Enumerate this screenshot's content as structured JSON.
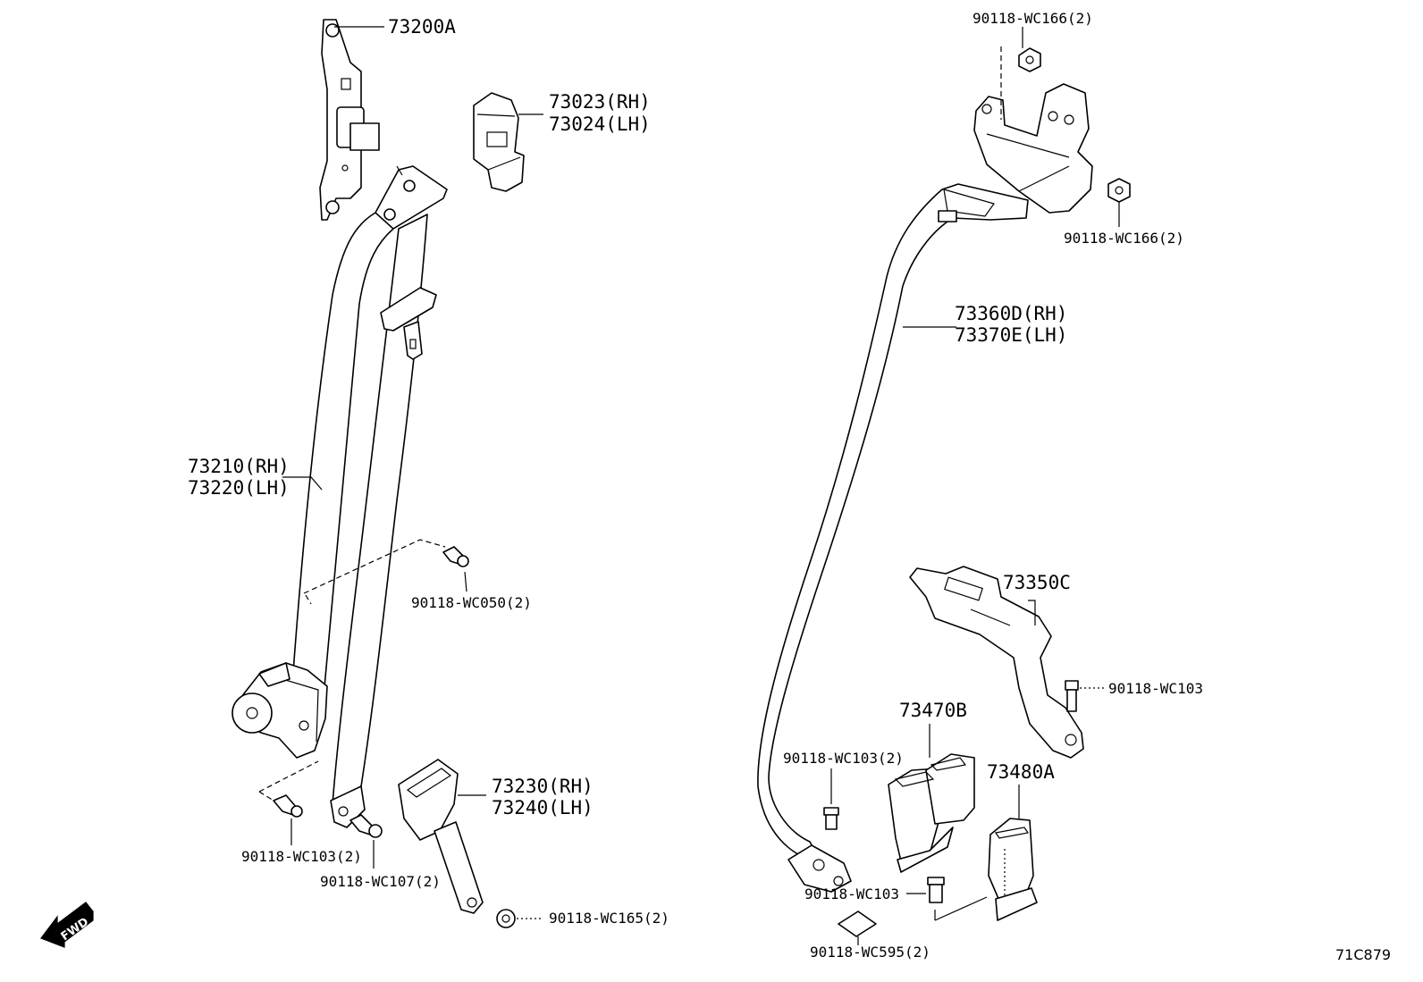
{
  "labels": {
    "p73200A": "73200A",
    "p73023": "73023(RH)",
    "p73024": "73024(LH)",
    "p73210": "73210(RH)",
    "p73220": "73220(LH)",
    "wc050": "90118-WC050(2)",
    "wc103_2_left": "90118-WC103(2)",
    "wc107": "90118-WC107(2)",
    "p73230": "73230(RH)",
    "p73240": "73240(LH)",
    "wc165": "90118-WC165(2)",
    "wc166_top": "90118-WC166(2)",
    "wc166_right": "90118-WC166(2)",
    "p73360D": "73360D(RH)",
    "p73370E": "73370E(LH)",
    "p73350C": "73350C",
    "wc103_right": "90118-WC103",
    "p73470B": "73470B",
    "wc103_2_mid": "90118-WC103(2)",
    "p73480A": "73480A",
    "wc103_bottom": "90118-WC103",
    "wc595": "90118-WC595(2)"
  },
  "fwd": "FWD",
  "diagram_code": "71C879"
}
